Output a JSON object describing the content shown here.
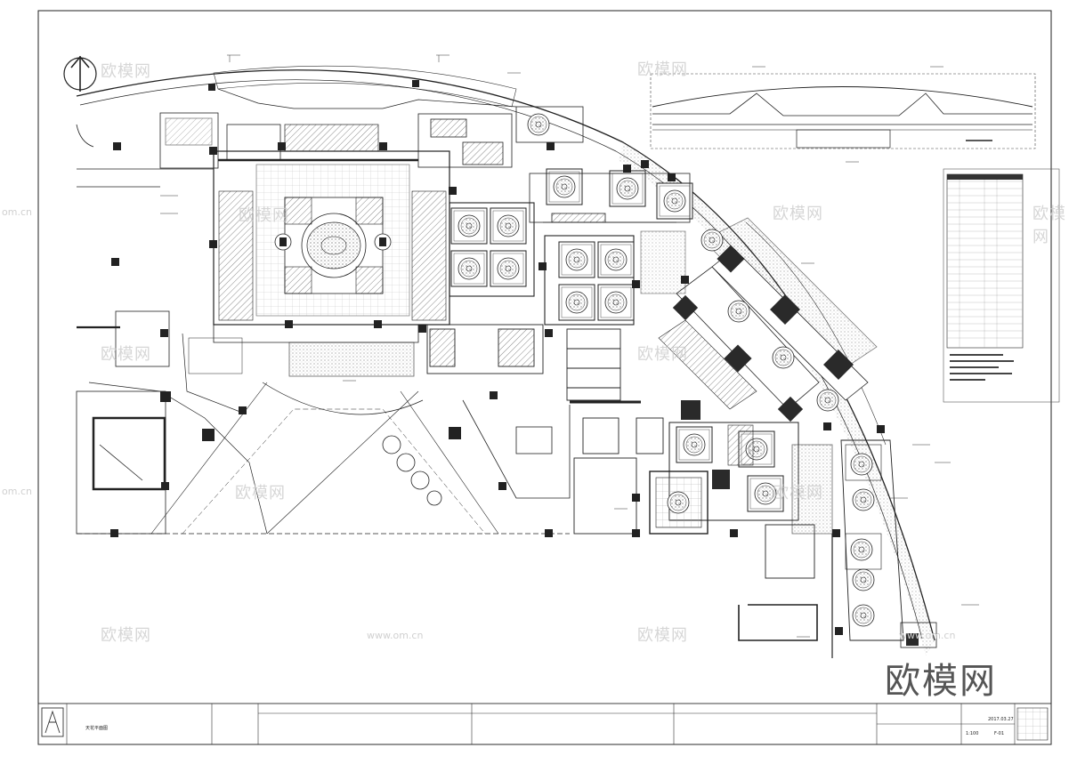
{
  "watermarks": [
    "欧模网",
    "欧模网",
    "欧模网",
    "欧模网",
    "欧模网",
    "欧模网",
    "欧模网",
    "欧模网",
    "欧模网",
    "欧模网",
    "欧模网"
  ],
  "watermark_urls": [
    "www.om.cn",
    "www.om.cn",
    "om.cn",
    "om.cn"
  ],
  "brand": "欧模网",
  "title_block": {
    "drawing_name": "天花平面图",
    "date_value": "2017.03.27",
    "scale_value": "1:100",
    "sheet_no": "F-01"
  },
  "colors": {
    "line": "#1a1a1a",
    "column": "#2a2a2a",
    "hatch": "#6b6b6b",
    "watermark": "#c9c9c9"
  }
}
